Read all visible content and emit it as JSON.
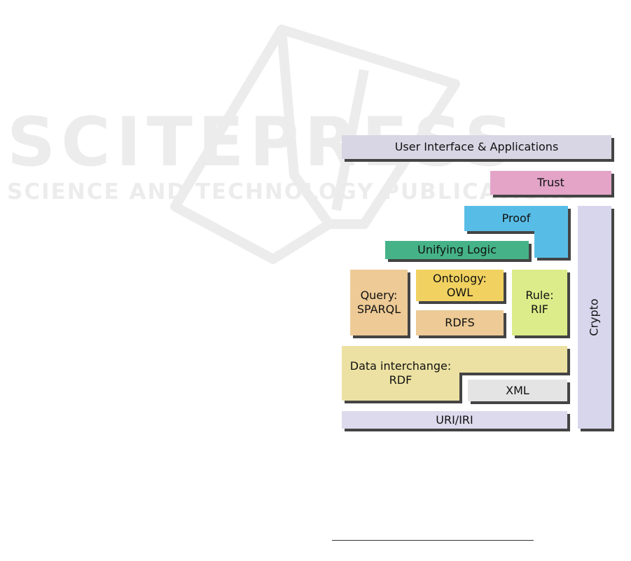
{
  "watermark": {
    "main": "SCITEPRESS",
    "sub": "SCIENCE AND TECHNOLOGY PUBLICATIONS"
  },
  "diagram": {
    "ui": {
      "label": "User Interface & Applications",
      "color": "#d8d6e4"
    },
    "trust": {
      "label": "Trust",
      "color": "#e3a4c8"
    },
    "proof": {
      "label": "Proof",
      "color": "#58bde6"
    },
    "unifying": {
      "label": "Unifying Logic",
      "color": "#45b387"
    },
    "query": {
      "line1": "Query:",
      "line2": "SPARQL",
      "color": "#edca96"
    },
    "ontology": {
      "line1": "Ontology:",
      "line2": "OWL",
      "color": "#f1d160"
    },
    "rdfs": {
      "label": "RDFS",
      "color": "#edca96"
    },
    "rule": {
      "line1": "Rule:",
      "line2": "RIF",
      "color": "#dcec8a"
    },
    "crypto": {
      "label": "Crypto",
      "color": "#d8d6ec"
    },
    "data_interchange": {
      "line1": "Data interchange:",
      "line2": "RDF",
      "color": "#ece1a2"
    },
    "xml": {
      "label": "XML",
      "color": "#e4e4e4"
    },
    "uri": {
      "label": "URI/IRI",
      "color": "#dcdaec"
    }
  }
}
